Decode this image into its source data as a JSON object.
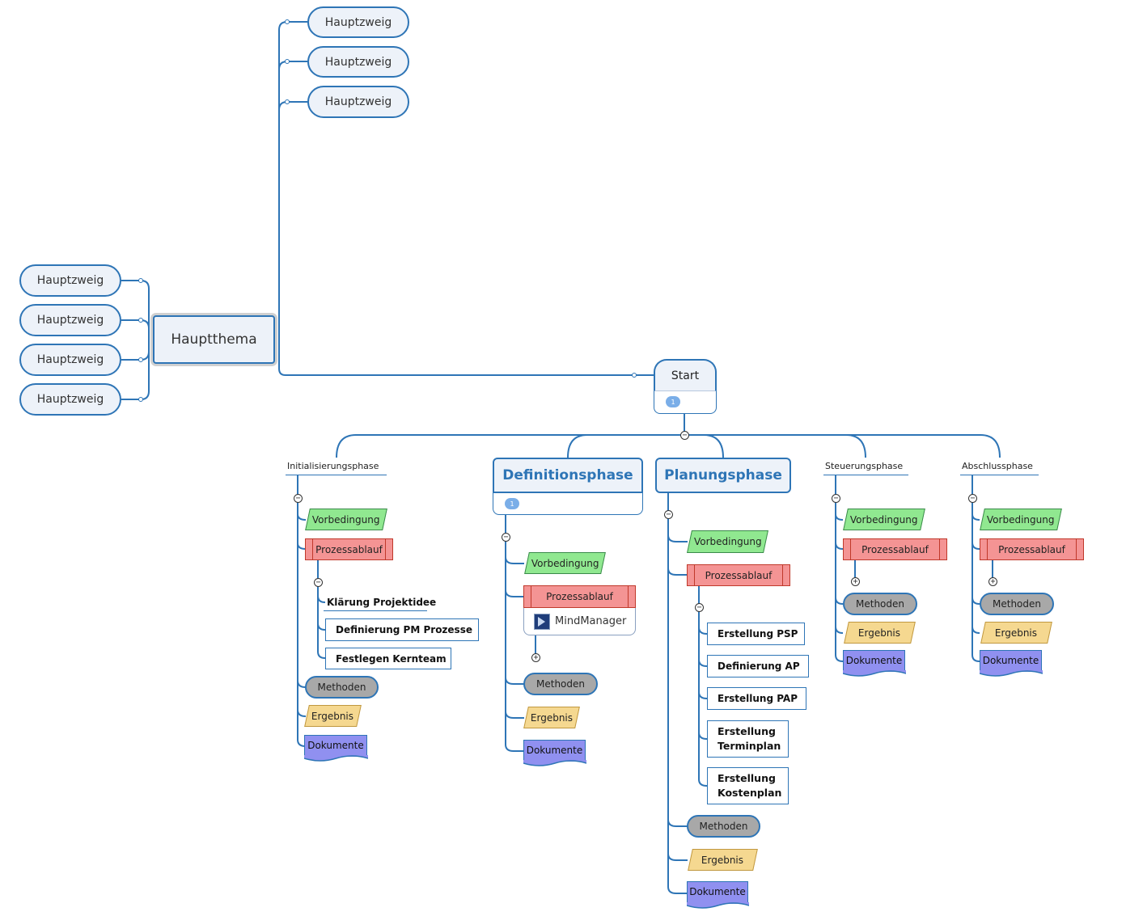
{
  "central": {
    "label": "Hauptthema"
  },
  "branches": {
    "top": [
      "Hauptzweig",
      "Hauptzweig",
      "Hauptzweig"
    ],
    "left": [
      "Hauptzweig",
      "Hauptzweig",
      "Hauptzweig",
      "Hauptzweig"
    ]
  },
  "start": {
    "label": "Start",
    "note_count": "1"
  },
  "phases": {
    "init": {
      "title": "Initialisierungsphase",
      "vorbedingung": "Vorbedingung",
      "prozessablauf": "Prozessablauf",
      "tasks": [
        "Klärung Projektidee",
        "Definierung PM Prozesse",
        "Festlegen Kernteam"
      ],
      "methoden": "Methoden",
      "ergebnis": "Ergebnis",
      "dokumente": "Dokumente"
    },
    "def": {
      "title": "Definitionsphase",
      "note_count": "1",
      "vorbedingung": "Vorbedingung",
      "prozessablauf": "Prozessablauf",
      "attachment": "MindManager",
      "methoden": "Methoden",
      "ergebnis": "Ergebnis",
      "dokumente": "Dokumente"
    },
    "plan": {
      "title": "Planungsphase",
      "vorbedingung": "Vorbedingung",
      "prozessablauf": "Prozessablauf",
      "tasks": [
        "Erstellung PSP",
        "Definierung AP",
        "Erstellung PAP",
        "Erstellung Terminplan",
        "Erstellung Kostenplan"
      ],
      "methoden": "Methoden",
      "ergebnis": "Ergebnis",
      "dokumente": "Dokumente"
    },
    "steu": {
      "title": "Steuerungsphase",
      "vorbedingung": "Vorbedingung",
      "prozessablauf": "Prozessablauf",
      "methoden": "Methoden",
      "ergebnis": "Ergebnis",
      "dokumente": "Dokumente"
    },
    "absch": {
      "title": "Abschlussphase",
      "vorbedingung": "Vorbedingung",
      "prozessablauf": "Prozessablauf",
      "methoden": "Methoden",
      "ergebnis": "Ergebnis",
      "dokumente": "Dokumente"
    }
  },
  "colors": {
    "line": "#2e75b6",
    "topic_fill": "#edf2f9",
    "vorbedingung": "#90e890",
    "prozessablauf": "#f49494",
    "methoden": "#a8a8a8",
    "ergebnis": "#f5d890",
    "dokumente": "#9090f0"
  }
}
